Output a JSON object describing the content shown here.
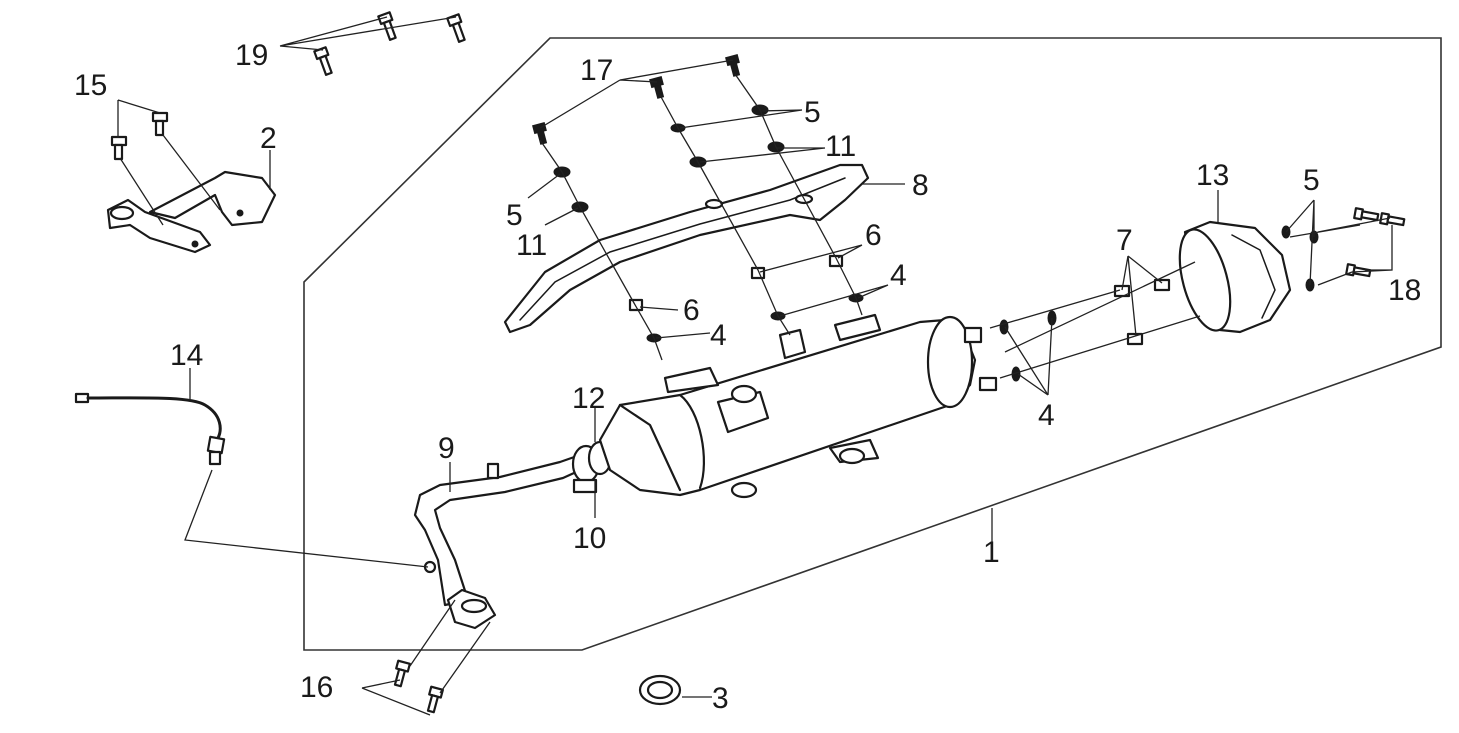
{
  "callouts": {
    "c1": "1",
    "c2": "2",
    "c3": "3",
    "c4a": "4",
    "c4b": "4",
    "c4c": "4",
    "c5a": "5",
    "c5b": "5",
    "c5c": "5",
    "c6a": "6",
    "c6b": "6",
    "c7": "7",
    "c8": "8",
    "c9": "9",
    "c10": "10",
    "c11a": "11",
    "c11b": "11",
    "c12": "12",
    "c13": "13",
    "c14": "14",
    "c15": "15",
    "c16": "16",
    "c17": "17",
    "c18": "18",
    "c19": "19"
  }
}
